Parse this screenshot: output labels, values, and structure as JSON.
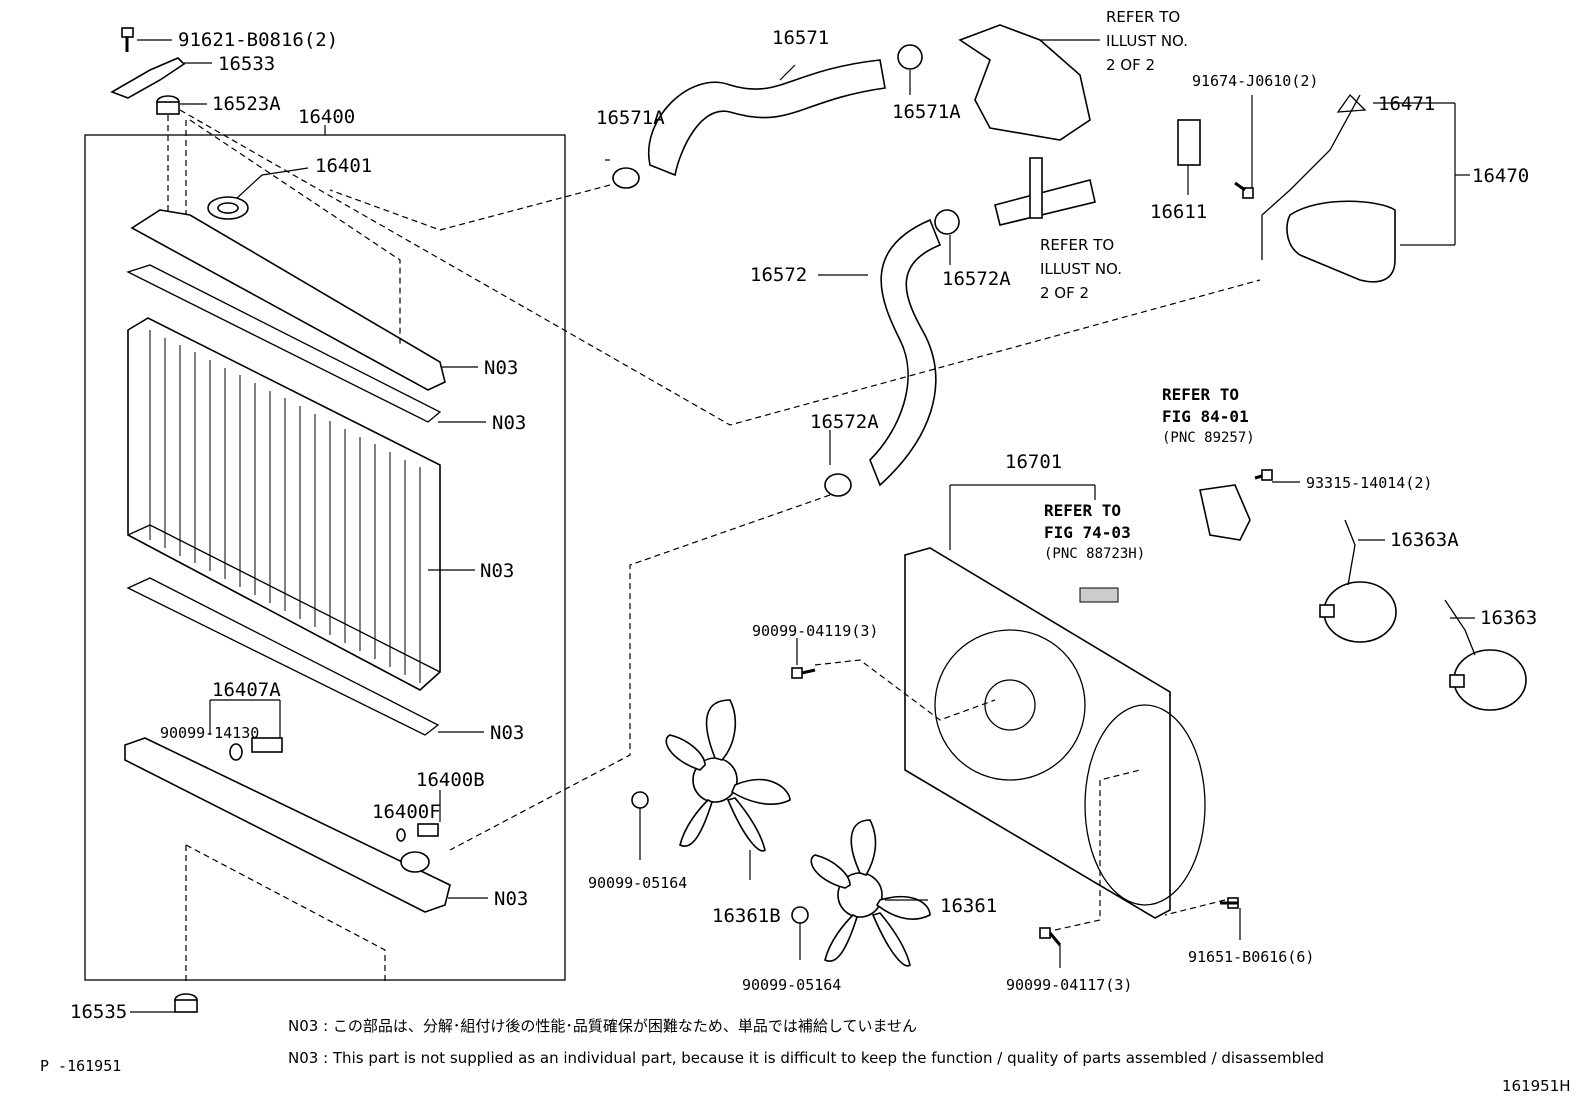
{
  "labels": {
    "p91621": "91621-B0816(2)",
    "p16533": "16533",
    "p16523A": "16523A",
    "p16400": "16400",
    "p16401": "16401",
    "p16571": "16571",
    "p16571A_left": "16571A",
    "p16571A_right": "16571A",
    "p16572": "16572",
    "p16572A_top": "16572A",
    "p16572A_bottom": "16572A",
    "p91674": "91674-J0610(2)",
    "p16471": "16471",
    "p16470": "16470",
    "p16611": "16611",
    "p16701": "16701",
    "p93315": "93315-14014(2)",
    "p16363A": "16363A",
    "p16363": "16363",
    "p90099_04119": "90099-04119(3)",
    "p16407A": "16407A",
    "p90099_14130": "90099-14130",
    "p16400B": "16400B",
    "p16400F": "16400F",
    "p90099_05164_a": "90099-05164",
    "p16361B": "16361B",
    "p16361": "16361",
    "p90099_05164_b": "90099-05164",
    "p90099_04117": "90099-04117(3)",
    "p91651": "91651-B0616(6)",
    "p16535": "16535",
    "n03_1": "N03",
    "n03_2": "N03",
    "n03_3": "N03",
    "n03_4": "N03",
    "n03_5": "N03"
  },
  "refs": {
    "illust_top": [
      "REFER TO",
      "ILLUST NO.",
      "2 OF 2"
    ],
    "illust_mid": [
      "REFER TO",
      "ILLUST NO.",
      "2 OF 2"
    ],
    "fig84": [
      "REFER TO",
      "FIG 84-01",
      "(PNC 89257)"
    ],
    "fig74": [
      "REFER TO",
      "FIG 74-03",
      "(PNC 88723H)"
    ]
  },
  "notes": {
    "jp": "N03 : この部品は、分解･組付け後の性能･品質確保が困難なため、単品では補給していません",
    "en": "N03 : This part is not supplied as an individual part, because it is difficult to keep the function / quality of parts assembled / disassembled"
  },
  "footer": {
    "page_code": "P -161951",
    "figure_id": "161951H"
  }
}
